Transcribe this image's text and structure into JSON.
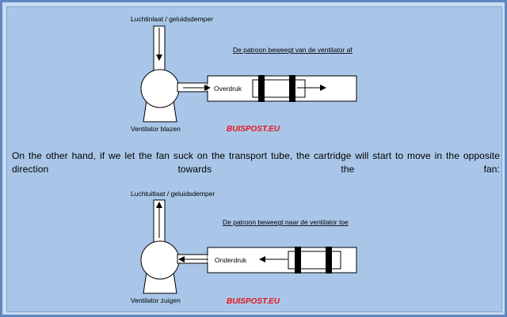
{
  "diagram_blow": {
    "air_label": "Luchtinlaat / geluidsdemper",
    "caption": "De patroon beweegt van de ventilator af",
    "pressure_label": "Overdruk",
    "fan_label": "Ventilator blazen",
    "logo": "BUISPOST.EU"
  },
  "paragraph": "On the other hand, if we let the fan suck on the transport tube, the cartridge will start to move in the opposite direction towards the fan:",
  "diagram_suck": {
    "air_label": "Luchtuitlaat / geluidsdemper",
    "caption": "De patroon beweegt naar de ventilator toe",
    "pressure_label": "Onderdruk",
    "fan_label": "Ventilator zuigen",
    "logo": "BUISPOST.EU"
  },
  "colors": {
    "logo_red": "#e8141c",
    "tube_fill": "#ffffff",
    "line": "#000000",
    "background": "#a9c6e8"
  }
}
